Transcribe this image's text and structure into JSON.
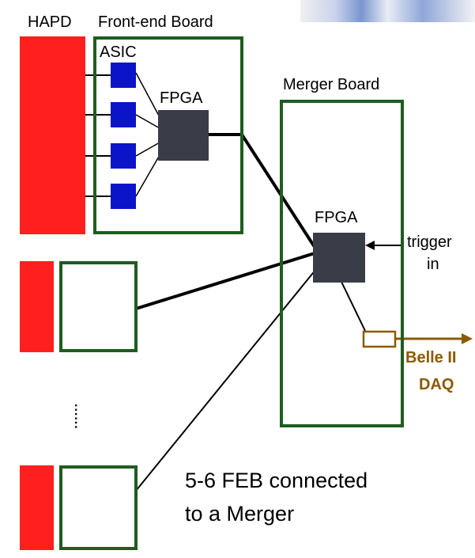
{
  "labels": {
    "hapd": "HAPD",
    "front_end_board": "Front-end Board",
    "asic": "ASIC",
    "fpga_front": "FPGA",
    "merger_board": "Merger Board",
    "fpga_merger": "FPGA",
    "trigger_in_line1": "trigger",
    "trigger_in_line2": "in",
    "daq_line1": "Belle II",
    "daq_line2": "DAQ",
    "ellipsis": "......",
    "caption_line1": "5-6 FEB connected",
    "caption_line2": "to a Merger"
  },
  "colors": {
    "hapd": "#ff1f1f",
    "board_border": "#1f5c1f",
    "asic": "#0b14c8",
    "fpga": "#3a3d48",
    "daq": "#8b5a00"
  },
  "diagram": {
    "asic_count": 4,
    "front_end_boards_shown": 3
  }
}
